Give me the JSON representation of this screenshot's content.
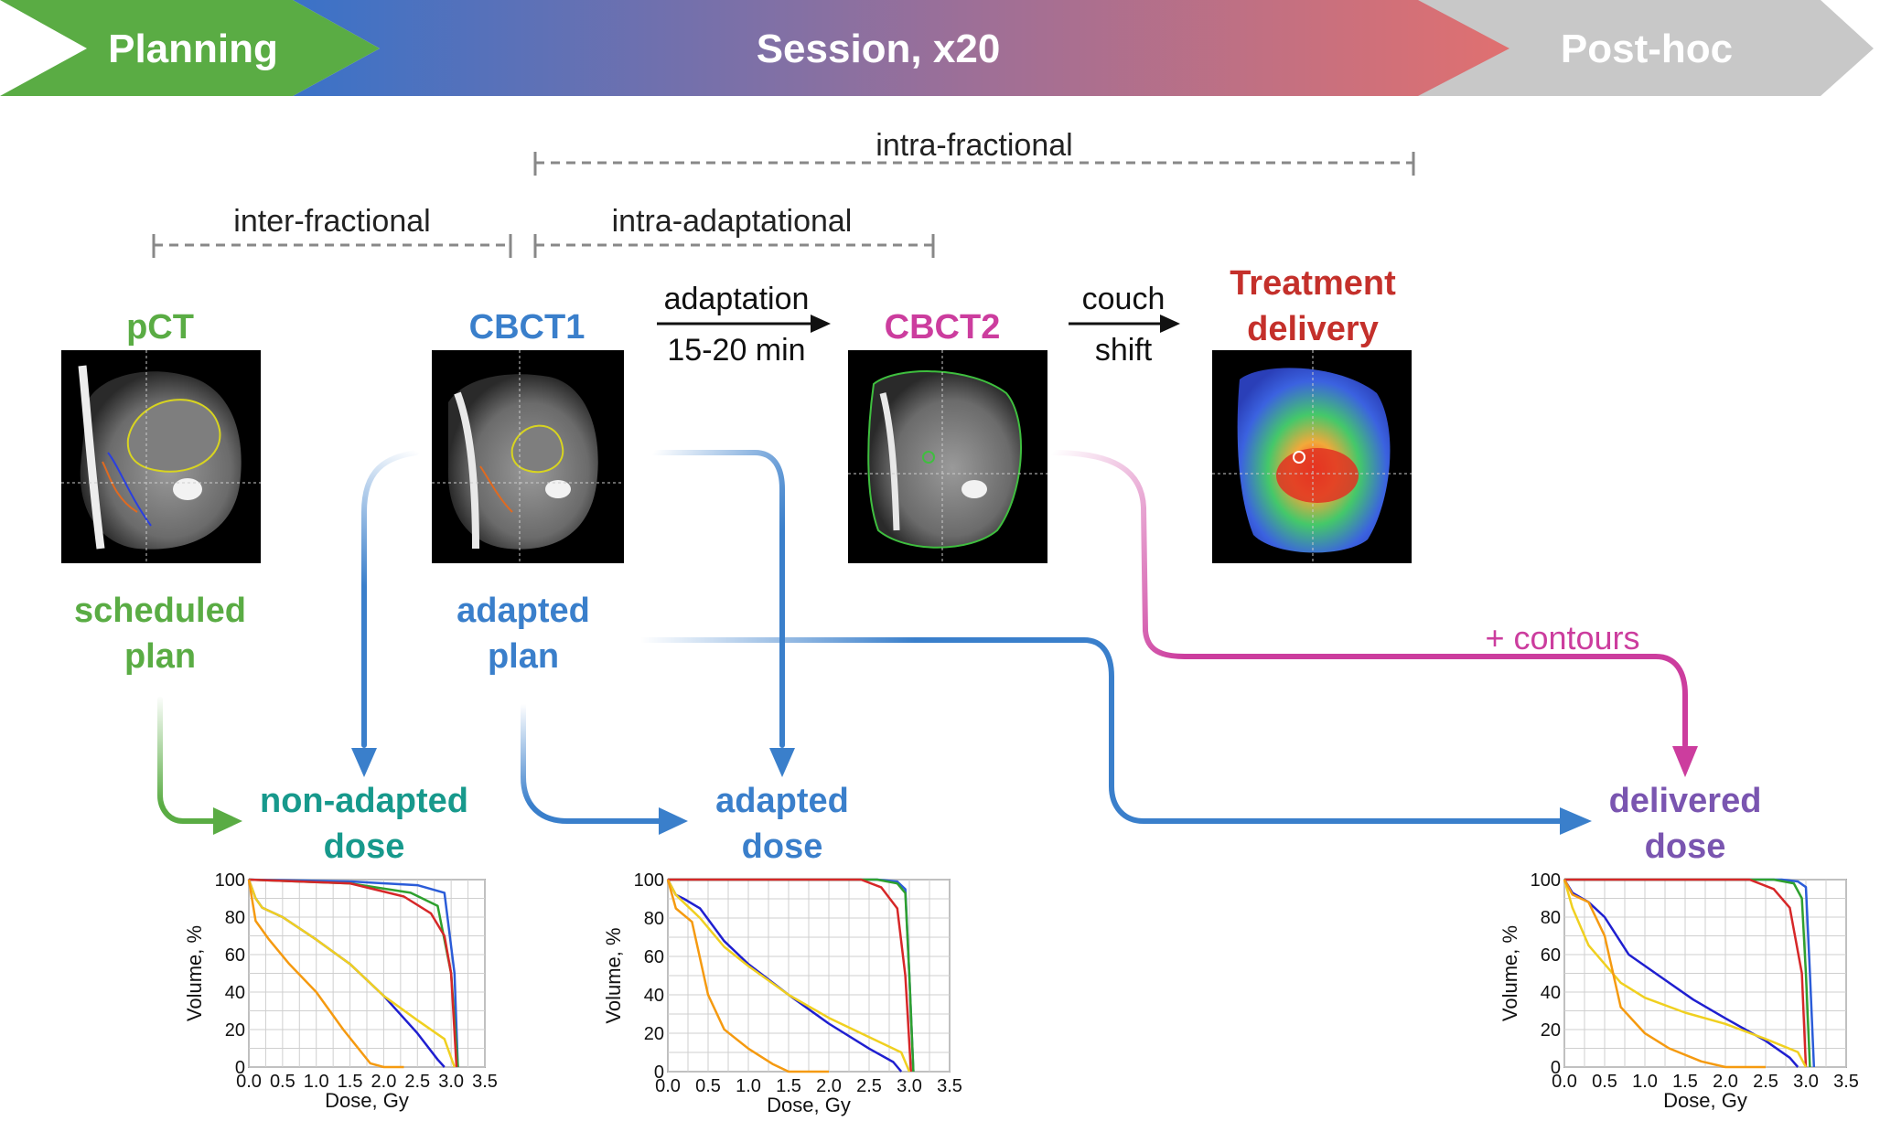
{
  "colors": {
    "planning": "#5aac44",
    "session_start": "#3a72c8",
    "session_end": "#e07070",
    "posthoc": "#c8c8c8",
    "blue": "#3a7fcb",
    "green": "#5aac44",
    "magenta": "#cc3d9e",
    "red": "#c4302b",
    "teal": "#17998c",
    "purple": "#7a55b0"
  },
  "phases": {
    "planning": "Planning",
    "session": "Session, x20",
    "posthoc": "Post-hoc"
  },
  "spans": {
    "intra_fractional": "intra-fractional",
    "inter_fractional": "inter-fractional",
    "intra_adaptational": "intra-adaptational"
  },
  "nodes": {
    "pct": "pCT",
    "cbct1": "CBCT1",
    "cbct2": "CBCT2",
    "treatment_line1": "Treatment",
    "treatment_line2": "delivery"
  },
  "steps": {
    "adaptation": "adaptation",
    "adaptation_time": "15-20 min",
    "couch": "couch",
    "shift": "shift",
    "contours": "+ contours"
  },
  "plans": {
    "scheduled_1": "scheduled",
    "scheduled_2": "plan",
    "adapted_1": "adapted",
    "adapted_2": "plan"
  },
  "doses": {
    "non_adapted_1": "non-adapted",
    "non_adapted_2": "dose",
    "adapted_1": "adapted",
    "adapted_2": "dose",
    "delivered_1": "delivered",
    "delivered_2": "dose"
  },
  "icons": [
    "ct-slice-image",
    "cbct-slice-image",
    "dose-overlay-image",
    "flow-arrow"
  ],
  "chart_data": [
    {
      "type": "line",
      "xlabel": "Dose, Gy",
      "ylabel": "Volume, %",
      "xlim": [
        0,
        3.5
      ],
      "ylim": [
        0,
        100
      ],
      "xticks": [
        "0.0",
        "0.5",
        "1.0",
        "1.5",
        "2.0",
        "2.5",
        "3.0",
        "3.5"
      ],
      "yticks": [
        "0",
        "20",
        "40",
        "60",
        "80",
        "100"
      ],
      "grid": true,
      "series": [
        {
          "color": "#2b5cd8",
          "x": [
            0,
            1.5,
            2.5,
            2.9,
            3.05,
            3.1
          ],
          "y": [
            100,
            99,
            97,
            93,
            50,
            0
          ]
        },
        {
          "color": "#2ea02e",
          "x": [
            0,
            1.5,
            2.4,
            2.8,
            3.0,
            3.1
          ],
          "y": [
            100,
            98,
            93,
            86,
            50,
            0
          ]
        },
        {
          "color": "#d62728",
          "x": [
            0,
            1.5,
            2.3,
            2.7,
            2.9,
            3.0,
            3.08
          ],
          "y": [
            100,
            98,
            91,
            82,
            70,
            50,
            0
          ]
        },
        {
          "color": "#1f1fd0",
          "x": [
            0,
            0.1,
            0.2,
            0.5,
            1.0,
            1.5,
            2.0,
            2.5,
            2.8,
            2.9
          ],
          "y": [
            100,
            90,
            85,
            80,
            68,
            55,
            38,
            18,
            4,
            0
          ]
        },
        {
          "color": "#f0d020",
          "x": [
            0,
            0.1,
            0.2,
            0.5,
            1.0,
            1.5,
            2.0,
            2.5,
            2.9,
            3.05
          ],
          "y": [
            100,
            90,
            85,
            80,
            68,
            55,
            38,
            25,
            15,
            0
          ]
        },
        {
          "color": "#f59a10",
          "x": [
            0,
            0.1,
            0.3,
            0.6,
            1.0,
            1.4,
            1.8,
            2.0,
            2.3
          ],
          "y": [
            100,
            78,
            68,
            55,
            40,
            20,
            2,
            0,
            0
          ]
        }
      ]
    },
    {
      "type": "line",
      "xlabel": "Dose, Gy",
      "ylabel": "Volume, %",
      "xlim": [
        0,
        3.5
      ],
      "ylim": [
        0,
        100
      ],
      "xticks": [
        "0.0",
        "0.5",
        "1.0",
        "1.5",
        "2.0",
        "2.5",
        "3.0",
        "3.5"
      ],
      "yticks": [
        "0",
        "20",
        "40",
        "60",
        "80",
        "100"
      ],
      "grid": true,
      "series": [
        {
          "color": "#2b5cd8",
          "x": [
            0,
            2.6,
            2.85,
            2.95,
            3.0,
            3.05
          ],
          "y": [
            100,
            100,
            99,
            95,
            50,
            0
          ]
        },
        {
          "color": "#2ea02e",
          "x": [
            0,
            2.6,
            2.85,
            2.95,
            3.0,
            3.05
          ],
          "y": [
            100,
            100,
            98,
            93,
            50,
            0
          ]
        },
        {
          "color": "#d62728",
          "x": [
            0,
            2.4,
            2.65,
            2.85,
            2.95,
            3.02
          ],
          "y": [
            100,
            100,
            96,
            85,
            50,
            0
          ]
        },
        {
          "color": "#1f1fd0",
          "x": [
            0,
            0.1,
            0.2,
            0.4,
            0.7,
            1.0,
            1.5,
            2.0,
            2.5,
            2.8,
            2.9
          ],
          "y": [
            100,
            92,
            90,
            85,
            68,
            56,
            40,
            25,
            12,
            5,
            0
          ]
        },
        {
          "color": "#f0d020",
          "x": [
            0,
            0.1,
            0.2,
            0.4,
            0.7,
            1.0,
            1.5,
            2.0,
            2.5,
            2.9,
            3.0
          ],
          "y": [
            100,
            92,
            88,
            80,
            65,
            55,
            40,
            28,
            18,
            10,
            0
          ]
        },
        {
          "color": "#f59a10",
          "x": [
            0,
            0.1,
            0.3,
            0.5,
            0.7,
            1.0,
            1.3,
            1.5,
            2.0
          ],
          "y": [
            100,
            85,
            78,
            40,
            22,
            12,
            4,
            0,
            0
          ]
        }
      ]
    },
    {
      "type": "line",
      "xlabel": "Dose, Gy",
      "ylabel": "Volume, %",
      "xlim": [
        0,
        3.5
      ],
      "ylim": [
        0,
        100
      ],
      "xticks": [
        "0.0",
        "0.5",
        "1.0",
        "1.5",
        "2.0",
        "2.5",
        "3.0",
        "3.5"
      ],
      "yticks": [
        "0",
        "20",
        "40",
        "60",
        "80",
        "100"
      ],
      "grid": true,
      "series": [
        {
          "color": "#2b5cd8",
          "x": [
            0,
            2.7,
            2.9,
            3.0,
            3.05,
            3.1
          ],
          "y": [
            100,
            100,
            99,
            96,
            50,
            0
          ]
        },
        {
          "color": "#2ea02e",
          "x": [
            0,
            2.6,
            2.85,
            2.95,
            3.0,
            3.05
          ],
          "y": [
            100,
            100,
            98,
            90,
            50,
            0
          ]
        },
        {
          "color": "#d62728",
          "x": [
            0,
            2.3,
            2.6,
            2.8,
            2.95,
            3.0
          ],
          "y": [
            100,
            100,
            95,
            85,
            50,
            0
          ]
        },
        {
          "color": "#1f1fd0",
          "x": [
            0,
            0.1,
            0.3,
            0.5,
            0.8,
            1.2,
            1.6,
            2.0,
            2.5,
            2.8,
            2.9
          ],
          "y": [
            100,
            93,
            88,
            80,
            60,
            48,
            36,
            26,
            14,
            5,
            0
          ]
        },
        {
          "color": "#f0d020",
          "x": [
            0,
            0.1,
            0.3,
            0.5,
            0.7,
            1.0,
            1.5,
            2.0,
            2.5,
            2.9,
            3.0
          ],
          "y": [
            100,
            85,
            65,
            55,
            45,
            37,
            29,
            23,
            15,
            8,
            0
          ]
        },
        {
          "color": "#f59a10",
          "x": [
            0,
            0.1,
            0.3,
            0.5,
            0.7,
            1.0,
            1.3,
            1.7,
            2.0,
            2.5
          ],
          "y": [
            100,
            92,
            88,
            70,
            32,
            18,
            10,
            3,
            0,
            0
          ]
        }
      ]
    }
  ]
}
